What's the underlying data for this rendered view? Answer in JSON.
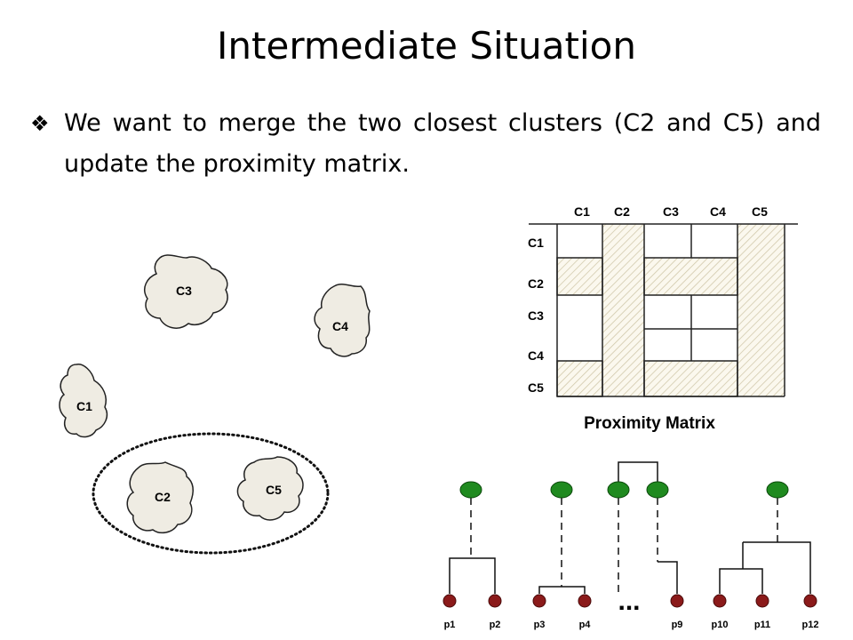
{
  "slide": {
    "title": "Intermediate Situation",
    "bullet_symbol": "❖",
    "bullet_text": "We want to merge the two closest clusters (C2 and C5) and update the proximity matrix."
  },
  "clusters": [
    "C1",
    "C2",
    "C3",
    "C4",
    "C5"
  ],
  "matrix": {
    "col_headers": [
      "C1",
      "C2",
      "C3",
      "C4",
      "C5"
    ],
    "row_headers": [
      "C1",
      "C2",
      "C3",
      "C4",
      "C5"
    ],
    "caption": "Proximity Matrix"
  },
  "dendrogram": {
    "leaves": [
      "p1",
      "p2",
      "p3",
      "p4",
      "p9",
      "p10",
      "p11",
      "p12"
    ],
    "ellipsis": "...",
    "node_color": "#1f8a1f",
    "leaf_color": "#8b1a1a"
  }
}
